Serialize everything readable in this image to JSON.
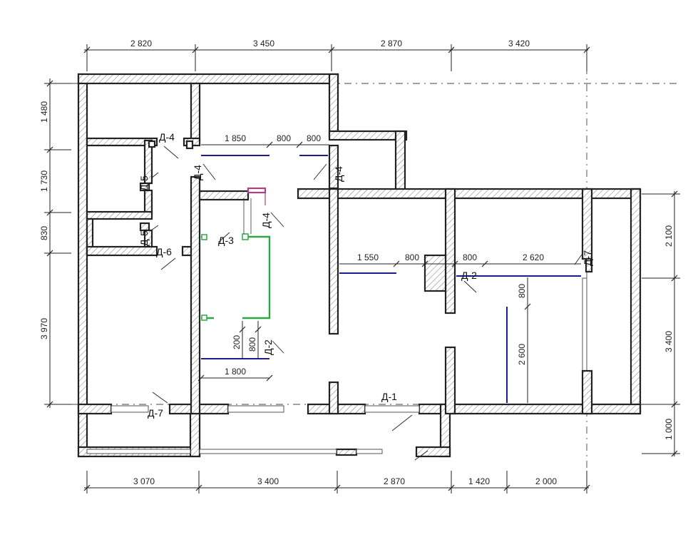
{
  "dims": {
    "top": [
      "2 820",
      "3 450",
      "2 870",
      "3 420"
    ],
    "bottom": [
      "3 070",
      "3 400",
      "2 870",
      "1 420",
      "2 000"
    ],
    "left": [
      "1 480",
      "1 730",
      "830",
      "3 970"
    ],
    "right": [
      "2 100",
      "3 400",
      "1 000"
    ],
    "inner": {
      "upper_row": [
        "1 850",
        "800",
        "800"
      ],
      "middle_row": [
        "1 550",
        "800",
        "800",
        "2 620"
      ],
      "right_vert": [
        "800",
        "2 600"
      ],
      "lower_left_vert": [
        "200",
        "800"
      ],
      "lower_left_horiz": "1 800"
    }
  },
  "labels": {
    "d1": "Д-1",
    "d2a": "Д-2",
    "d2b": "Д-2",
    "d3": "Д-3",
    "d4a": "Д-4",
    "d4b": "Д-4",
    "d4c": "Д-4",
    "d4d": "Д-4",
    "d5a": "Д-5",
    "d5b": "Д-5",
    "d6": "Д-6",
    "d7a": "Д-7",
    "d7b": "Д-7"
  },
  "colors": {
    "wall_outline": "#222222",
    "new_partition": "#1c1c8c",
    "green_partition": "#2aa844"
  }
}
